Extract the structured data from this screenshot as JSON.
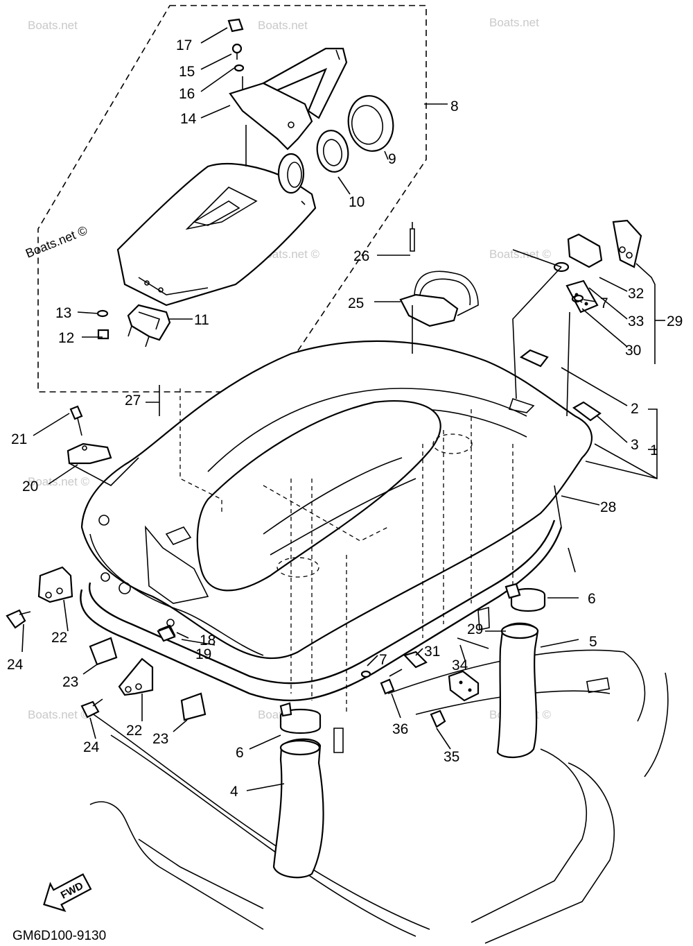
{
  "watermarks": [
    "Boats.net",
    "Boats.net ©"
  ],
  "figure_code": "GM6D100-9130",
  "fwd_label": "FWD",
  "callouts": [
    "1",
    "2",
    "3",
    "4",
    "5",
    "6",
    "6",
    "7",
    "7",
    "8",
    "9",
    "10",
    "11",
    "12",
    "13",
    "14",
    "15",
    "16",
    "17",
    "18",
    "19",
    "20",
    "21",
    "22",
    "22",
    "23",
    "23",
    "24",
    "24",
    "25",
    "26",
    "27",
    "28",
    "29",
    "29",
    "30",
    "31",
    "32",
    "33",
    "34",
    "35",
    "36"
  ]
}
